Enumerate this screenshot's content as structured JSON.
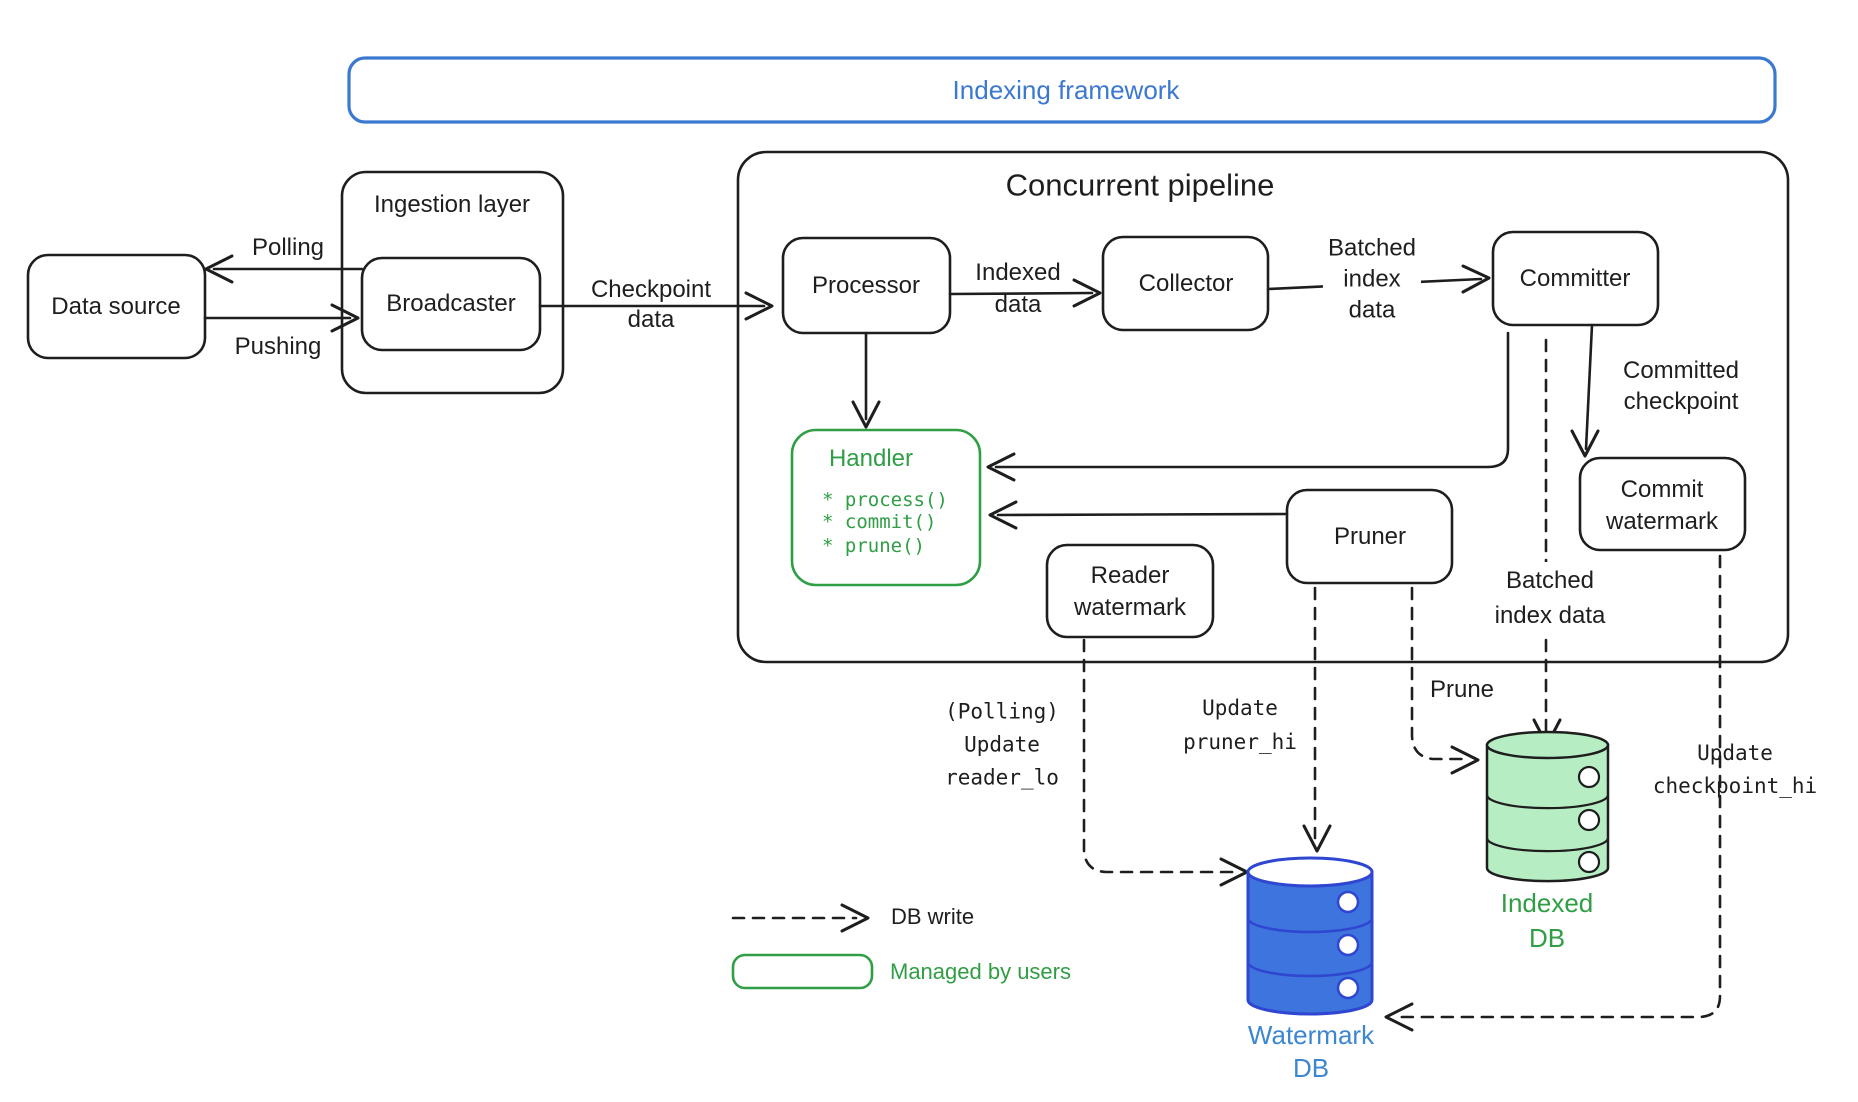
{
  "colors": {
    "ink": "#1e1e1e",
    "blue": "#3b78cf",
    "green": "#2f9e44",
    "db-blue-fill": "#3d74dd",
    "db-blue-stroke": "#2f46d1",
    "db-blue-label": "#3c87d0",
    "db-green-fill": "#b7edc2"
  },
  "titles": {
    "framework": "Indexing framework",
    "pipeline": "Concurrent pipeline"
  },
  "nodes": {
    "data_source": "Data source",
    "ingestion_layer": "Ingestion layer",
    "broadcaster": "Broadcaster",
    "processor": "Processor",
    "collector": "Collector",
    "committer": "Committer",
    "reader_watermark": "Reader\nwatermark",
    "pruner": "Pruner",
    "commit_watermark": "Commit\nwatermark",
    "handler": {
      "title": "Handler",
      "methods": [
        "* process()",
        "* commit()",
        "* prune()"
      ]
    }
  },
  "edges": {
    "polling": "Polling",
    "pushing": "Pushing",
    "checkpoint_data": "Checkpoint\ndata",
    "indexed_data": "Indexed\ndata",
    "batched_index_data": "Batched\nindex\ndata",
    "committed_checkpoint": "Committed\ncheckpoint",
    "update_reader_lo": "(Polling)\nUpdate\nreader_lo",
    "update_pruner_hi": "Update\npruner_hi",
    "prune": "Prune",
    "batched_index_data_dashed": "Batched\nindex data",
    "update_checkpoint_hi": "Update\ncheckpoint_hi"
  },
  "databases": {
    "watermark_db": "Watermark\nDB",
    "indexed_db": "Indexed\nDB"
  },
  "legend": {
    "db_write": "DB write",
    "managed_by_users": "Managed by users"
  }
}
